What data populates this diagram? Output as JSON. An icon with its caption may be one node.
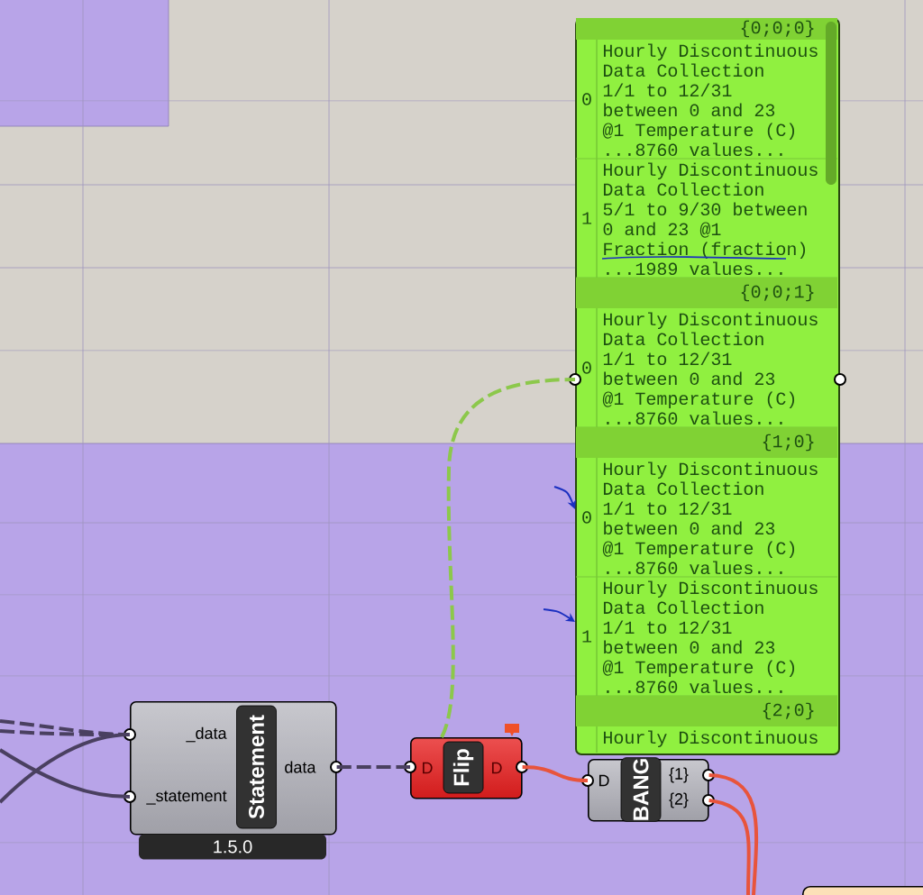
{
  "diagram": {
    "nodes": [
      {
        "text": [
          "{0;0;0}",
          "0",
          "Hourly Discontinuous Data Collection 1/1 to 12/31 between 0 and 23 @1 Temperature (C) ...8760 values...",
          "1",
          "Hourly Discontinuous Data Collection 5/1 to 9/30 between 0 and 23 @1 Fraction (fraction) ...1989 values...",
          "{0;0;1}",
          "0",
          "Hourly Discontinuous Data Collection 1/1 to 12/31 between 0 and 23 @1 Temperature (C) ...8760 values...",
          "{1;0}",
          "0",
          "Hourly Discontinuous Data Collection 1/1 to 12/31 between 0 and 23 @1 Temperature (C) ...8760 values...",
          "1",
          "Hourly Discontinuous Data Collection 1/1 to 12/31 between 0 and 23 @1 Temperature (C) ...8760 values...",
          "{2;0}",
          "Hourly Discontinuous"
        ]
      },
      {
        "text": [
          "_data",
          "_statement",
          "Statement",
          "data",
          "1.5.0"
        ]
      },
      {
        "text": [
          "D",
          "Flip",
          "D"
        ]
      },
      {
        "text": [
          "D",
          "BANG",
          "{1}",
          "{2}"
        ]
      },
      {
        "text": [],
        "shape": "box"
      }
    ],
    "edges": [
      {
        "from": null,
        "to": 1,
        "arrow": "none",
        "style": "dashed",
        "color": "#4a4060"
      },
      {
        "from": null,
        "to": 1,
        "arrow": "none",
        "style": "dashed",
        "color": "#4a4060"
      },
      {
        "from": null,
        "to": 1,
        "arrow": "none",
        "color": "#4a4060"
      },
      {
        "from": null,
        "to": 1,
        "arrow": "none",
        "color": "#4a4060"
      },
      {
        "from": 1,
        "to": 2,
        "arrow": "none",
        "style": "dashed",
        "color": "#4a4060"
      },
      {
        "from": 2,
        "to": 0,
        "arrow": "none",
        "style": "dashed",
        "color": "#8cc84b"
      },
      {
        "from": 2,
        "to": 3,
        "arrow": "none",
        "color": "#e8543c"
      },
      {
        "from": 3,
        "to": null,
        "arrow": "none",
        "color": "#e8543c"
      },
      {
        "from": 3,
        "to": null,
        "arrow": "none",
        "color": "#e8543c"
      },
      {
        "from": null,
        "to": 0,
        "arrow": "to",
        "color": "#1a2fc0"
      },
      {
        "from": null,
        "to": 0,
        "arrow": "to",
        "color": "#1a2fc0"
      }
    ]
  }
}
